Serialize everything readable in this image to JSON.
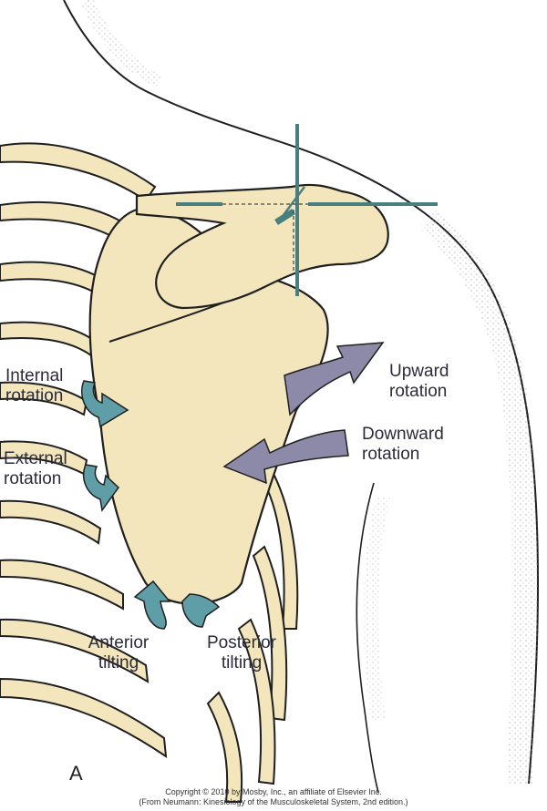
{
  "figure": {
    "panel_letter": "A",
    "labels": {
      "internal_rotation": [
        "Internal",
        "rotation"
      ],
      "external_rotation": [
        "External",
        "rotation"
      ],
      "upward_rotation": [
        "Upward",
        "rotation"
      ],
      "downward_rotation": [
        "Downward",
        "rotation"
      ],
      "anterior_tilting": [
        "Anterior",
        "tilting"
      ],
      "posterior_tilting": [
        "Posterior",
        "tilting"
      ]
    },
    "credits": [
      "Copyright © 2010 by Mosby, Inc., an affiliate of Elsevier Inc.",
      "(From Neumann: Kinesiology of the Musculoskeletal System, 2nd edition.)"
    ]
  },
  "colors": {
    "bone_fill": "#f3e6bd",
    "outline": "#1f1f1f",
    "teal_arrow": "#5f9ea6",
    "purple_arrow": "#8c8aa8",
    "axis": "#4a7f80",
    "skin_stipple": "#9a9a9a"
  }
}
